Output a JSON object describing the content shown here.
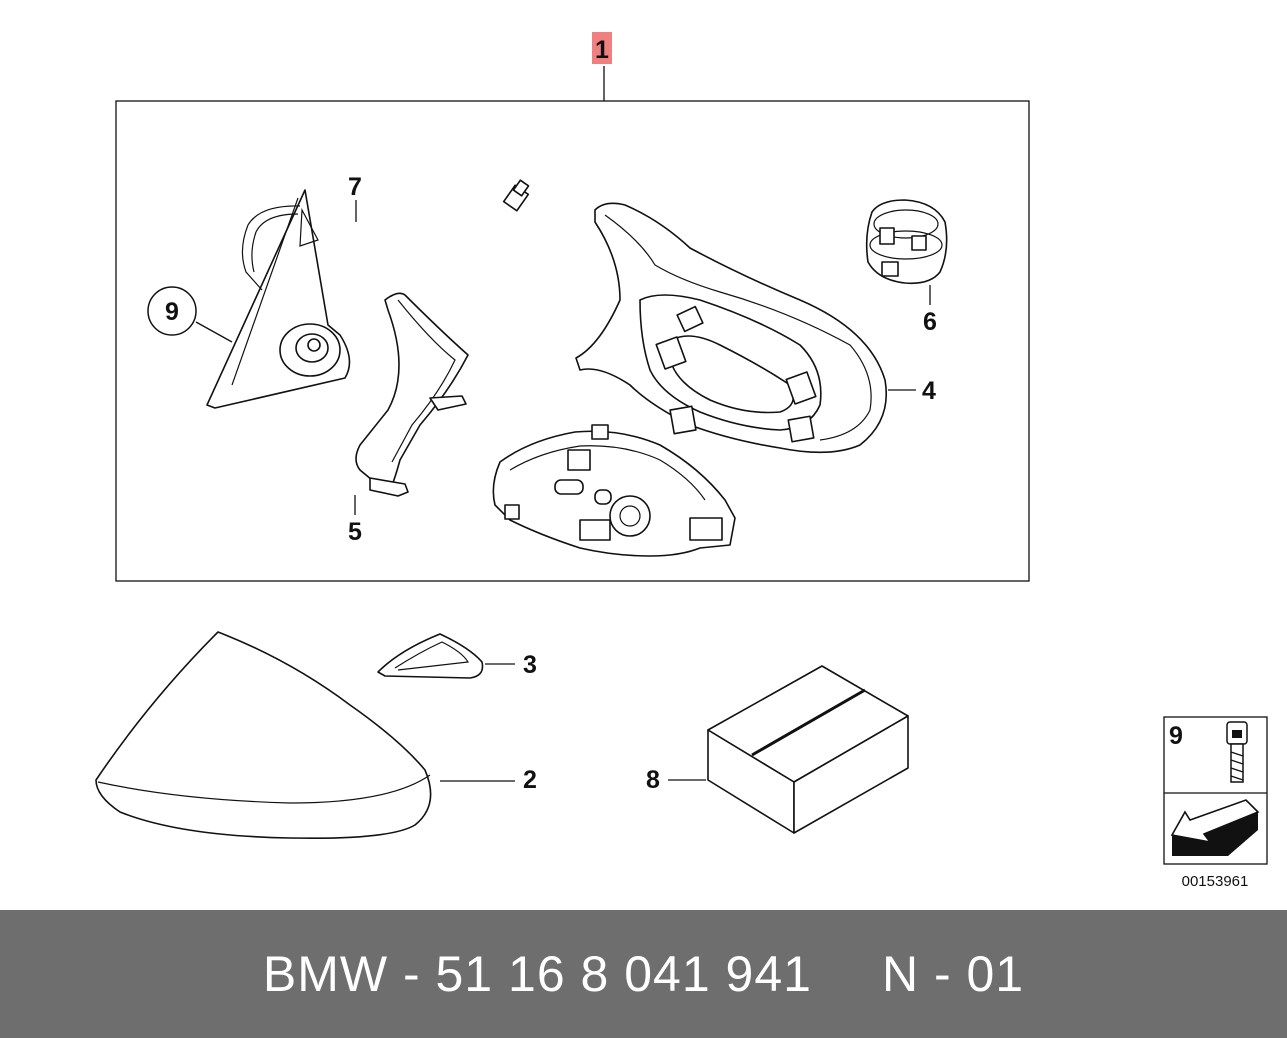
{
  "callouts": {
    "c1": "1",
    "c2": "2",
    "c3": "3",
    "c4": "4",
    "c5": "5",
    "c6": "6",
    "c7": "7",
    "c8": "8",
    "c9": "9",
    "c9b": "9"
  },
  "diagram_id": "00153961",
  "footer": {
    "part_number": "BMW - 51 16 8 041 941",
    "position": "N - 01"
  },
  "colors": {
    "footer_bg": "#6e6e6e",
    "callout_highlight": "#f08080",
    "line": "#111111"
  }
}
